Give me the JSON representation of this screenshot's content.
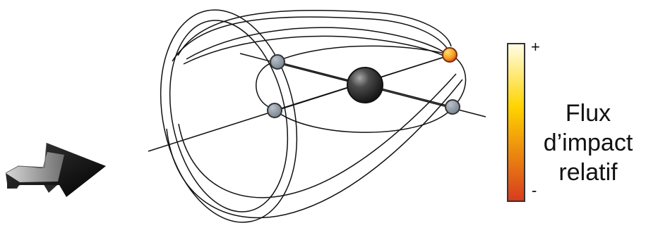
{
  "legend": {
    "max_label": "+",
    "min_label": "-",
    "title_lines": [
      "Flux",
      "d’impact",
      "relatif"
    ]
  },
  "colors": {
    "scale_top": "#fffde8",
    "scale_mid": "#ffd400",
    "scale_bottom": "#d73b1f",
    "orbit": "#111111",
    "central_body": "#2d2d2d",
    "gray_node": "#8a93a0",
    "hot_node": "#f59a23"
  },
  "icons": {
    "direction_arrow": "arrow-icon"
  }
}
